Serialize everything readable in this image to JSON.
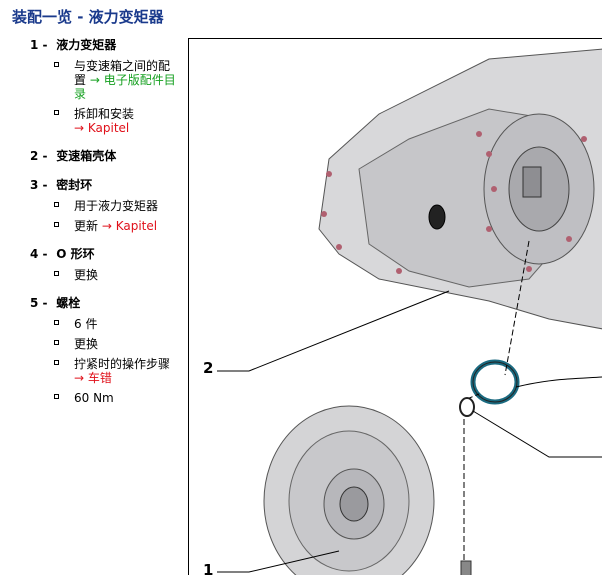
{
  "title": "装配一览 - 液力变矩器",
  "items": [
    {
      "num": "1 -",
      "label": "液力变矩器",
      "subs": [
        {
          "text": "与变速箱之间的配置",
          "link": "→ 电子版配件目录",
          "link_color": "green"
        },
        {
          "text": "拆卸和安装",
          "link": "→ Kapitel",
          "link_color": "red"
        }
      ]
    },
    {
      "num": "2 -",
      "label": "变速箱壳体",
      "subs": []
    },
    {
      "num": "3 -",
      "label": "密封环",
      "subs": [
        {
          "text": "用于液力变矩器",
          "link": "",
          "link_color": ""
        },
        {
          "text": "更新",
          "link": "→ Kapitel",
          "link_color": "red"
        }
      ]
    },
    {
      "num": "4 -",
      "label": "O 形环",
      "subs": [
        {
          "text": "更换",
          "link": "",
          "link_color": ""
        }
      ]
    },
    {
      "num": "5 -",
      "label": "螺栓",
      "subs": [
        {
          "text": "6 件",
          "link": "",
          "link_color": ""
        },
        {
          "text": "更换",
          "link": "",
          "link_color": ""
        },
        {
          "text": "拧紧时的操作步骤",
          "link": "→ 车错",
          "link_color": "red"
        },
        {
          "text": "60 Nm",
          "link": "",
          "link_color": ""
        }
      ]
    }
  ],
  "callouts": {
    "c1": "1",
    "c2": "2"
  },
  "colors": {
    "title": "#1a3a8c",
    "link_green": "#15a020",
    "link_red": "#e0101a"
  }
}
